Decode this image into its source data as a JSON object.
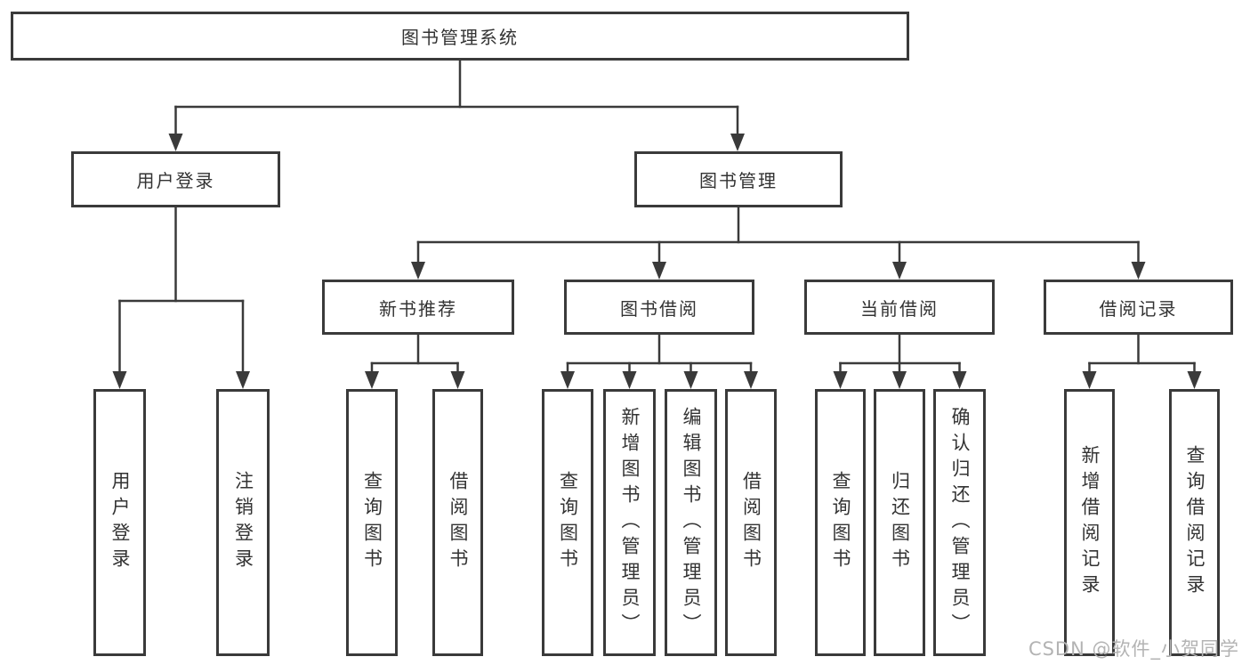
{
  "diagram": {
    "root": {
      "label": "图书管理系统"
    },
    "branches": [
      {
        "label": "用户登录",
        "children": [
          {
            "label": "用户登录"
          },
          {
            "label": "注销登录"
          }
        ]
      },
      {
        "label": "图书管理",
        "groups": [
          {
            "label": "新书推荐",
            "children": [
              {
                "label": "查询图书"
              },
              {
                "label": "借阅图书"
              }
            ]
          },
          {
            "label": "图书借阅",
            "children": [
              {
                "label": "查询图书"
              },
              {
                "label": "新增图书（管理员）"
              },
              {
                "label": "编辑图书（管理员）"
              },
              {
                "label": "借阅图书"
              }
            ]
          },
          {
            "label": "当前借阅",
            "children": [
              {
                "label": "查询图书"
              },
              {
                "label": "归还图书"
              },
              {
                "label": "确认归还（管理员）"
              }
            ]
          },
          {
            "label": "借阅记录",
            "children": [
              {
                "label": "新增借阅记录"
              },
              {
                "label": "查询借阅记录"
              }
            ]
          }
        ]
      }
    ]
  },
  "watermark": {
    "text": "CSDN @软件_小贺同学"
  },
  "colors": {
    "line": "#3a3a3a",
    "text": "#333333",
    "background": "#ffffff",
    "watermark": "#b3b3b3"
  }
}
